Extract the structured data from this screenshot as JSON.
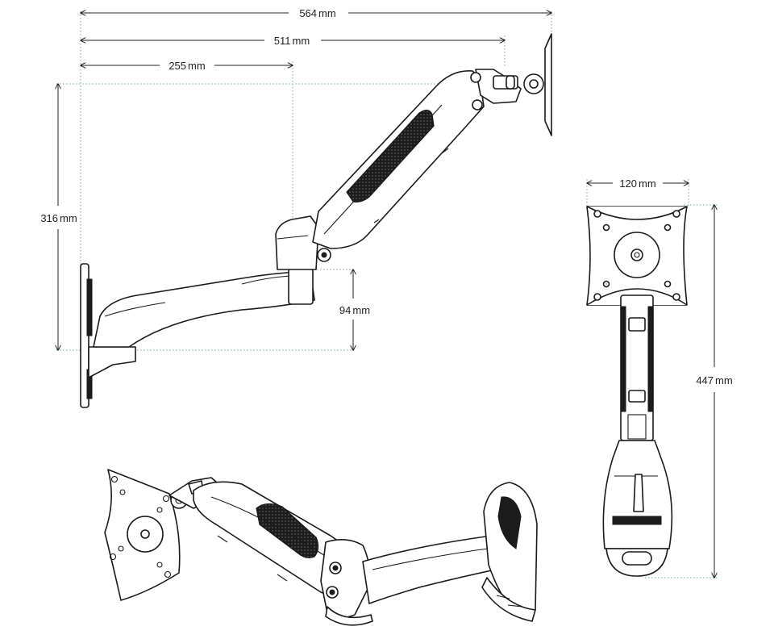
{
  "dimensions": {
    "overall_reach": "564",
    "extension_to_bracket": "511",
    "lower_arm_length": "255",
    "vertical_range": "316",
    "wall_plate_drop": "94",
    "vesa_width": "120",
    "folded_height": "447",
    "unit": "mm"
  },
  "colors": {
    "line": "#1a1a1a",
    "guide": "#7aa7a0",
    "mesh": "#1c1c1c"
  }
}
